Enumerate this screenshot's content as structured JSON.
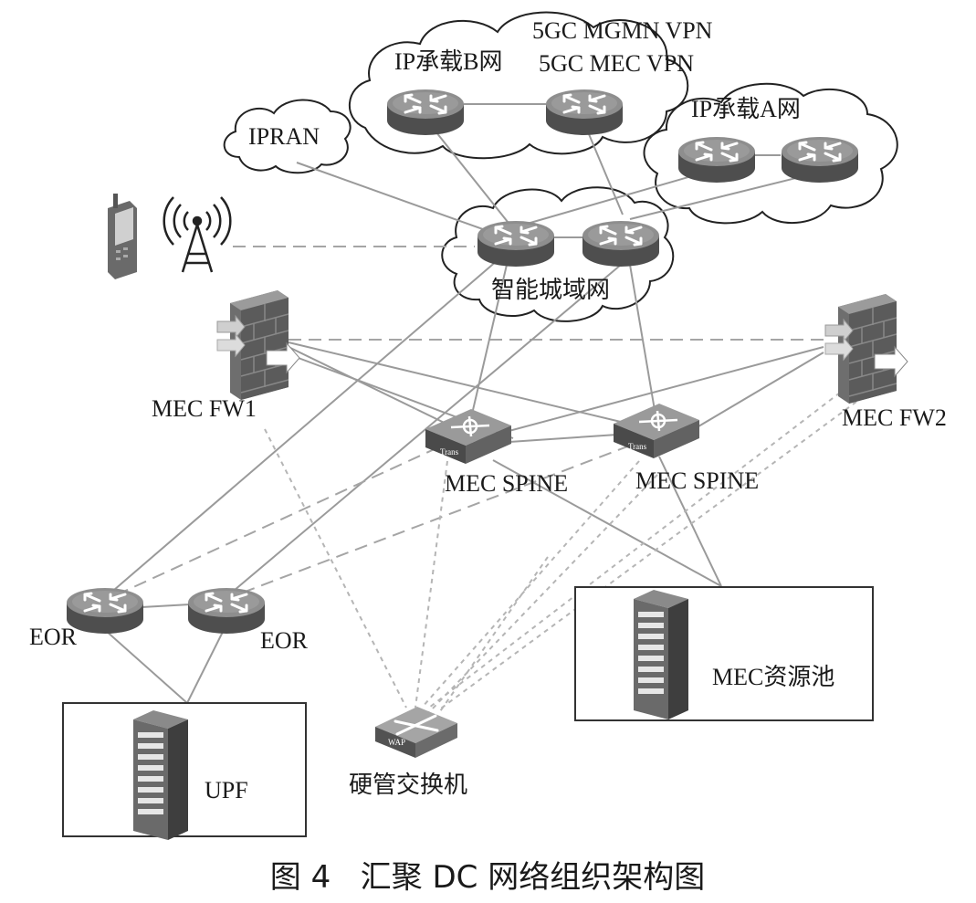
{
  "labels": {
    "ip_bearer_b": "IP承载B网",
    "vpn_mgmn": "5GC MGMN VPN",
    "vpn_mec": "5GC MEC VPN",
    "ip_bearer_a": "IP承载A网",
    "ipran": "IPRAN",
    "smart_metro": "智能城域网",
    "fw1": "MEC FW1",
    "fw2": "MEC FW2",
    "spine1": "MEC SPINE",
    "spine2": "MEC SPINE",
    "eor1": "EOR",
    "eor2": "EOR",
    "upf": "UPF",
    "mec_pool": "MEC资源池",
    "hard_switch": "硬管交换机"
  },
  "device_text": {
    "spine_tag": "Trans",
    "wap_tag": "WAP"
  },
  "caption": "图 4   汇聚 DC 网络组织架构图",
  "colors": {
    "router_body": "#5f5f5f",
    "router_top": "#8c8c8c",
    "link_solid": "#9a9a9a",
    "link_dashed": "#a5a5a5"
  },
  "icons": [
    "router-icon",
    "firewall-icon",
    "switch-icon",
    "server-icon",
    "mobile-phone-icon",
    "antenna-icon"
  ]
}
